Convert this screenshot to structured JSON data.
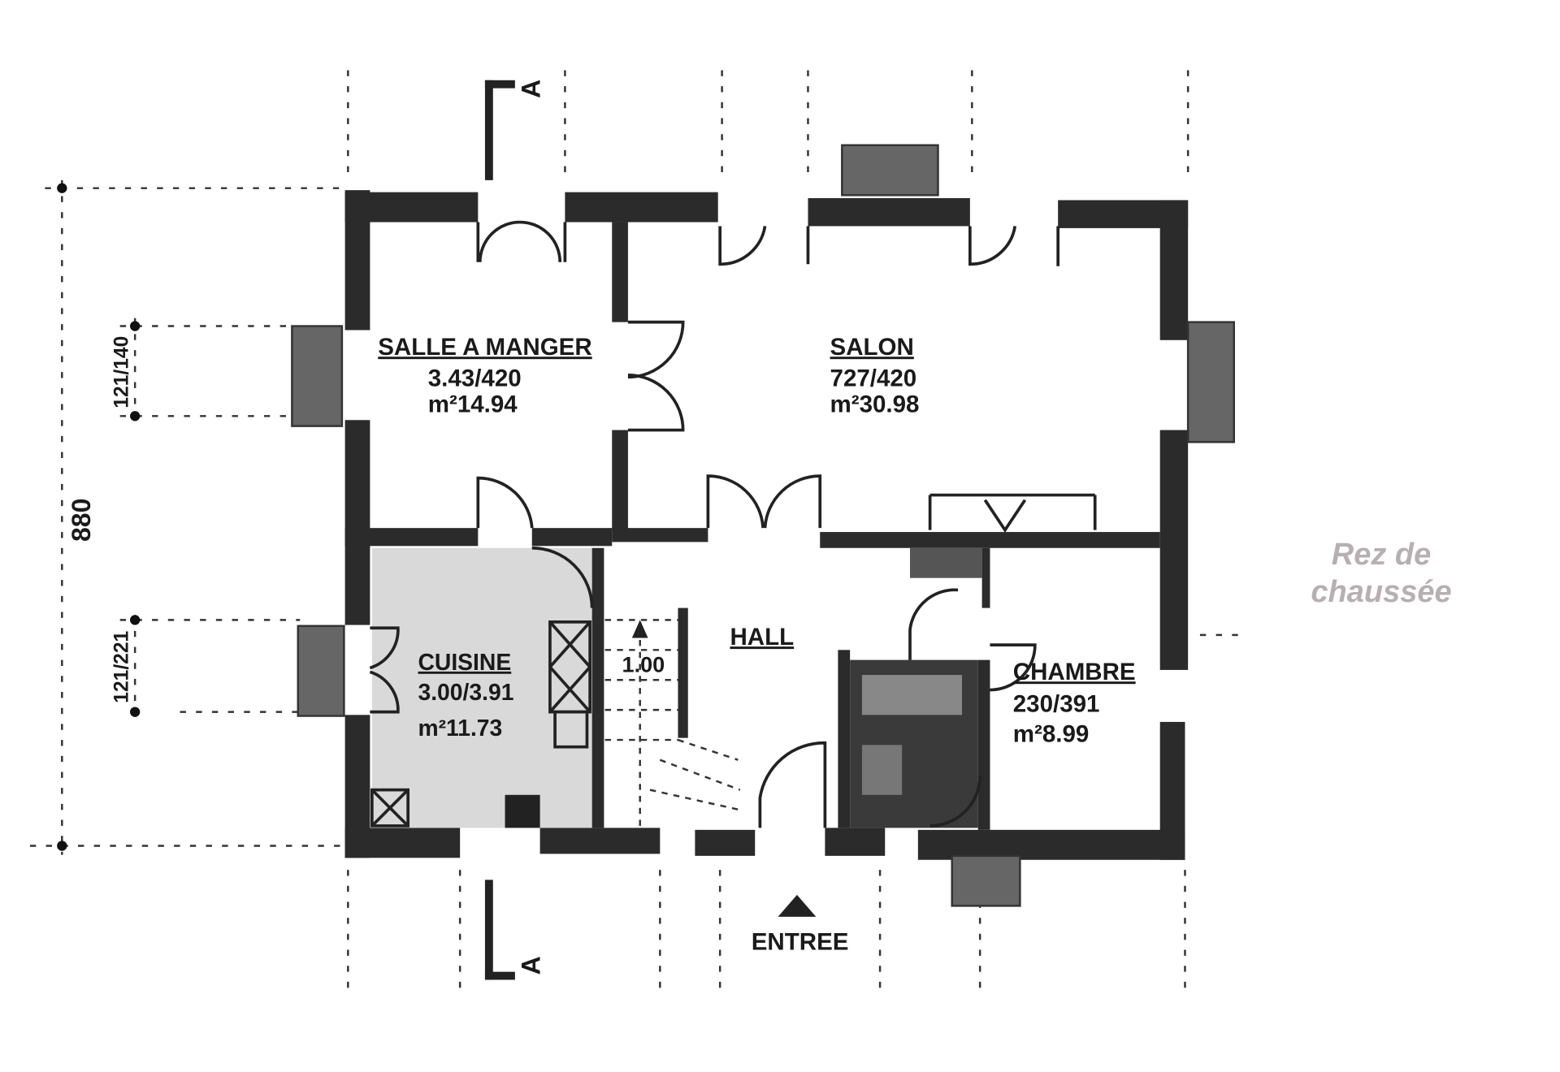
{
  "caption": {
    "line1": "Rez de",
    "line2": "chaussée",
    "color": "#b8afb2"
  },
  "rooms": [
    {
      "name": "SALLE A MANGER",
      "dims": "3.43/420",
      "area": "m²14.94"
    },
    {
      "name": "SALON",
      "dims": "727/420",
      "area": "m²30.98"
    },
    {
      "name": "CUISINE",
      "dims": "3.00/3.91",
      "area": "m²11.73"
    },
    {
      "name": "HALL"
    },
    {
      "name": "CHAMBRE",
      "dims": "230/391",
      "area": "m²8.99"
    }
  ],
  "dimensions": {
    "total_height": "880",
    "window_top": "121/140",
    "window_bottom": "121/221",
    "stair_width": "1.00"
  },
  "section_marker": "A",
  "entrance": "ENTREE",
  "wall_color": "#2b2b2b"
}
